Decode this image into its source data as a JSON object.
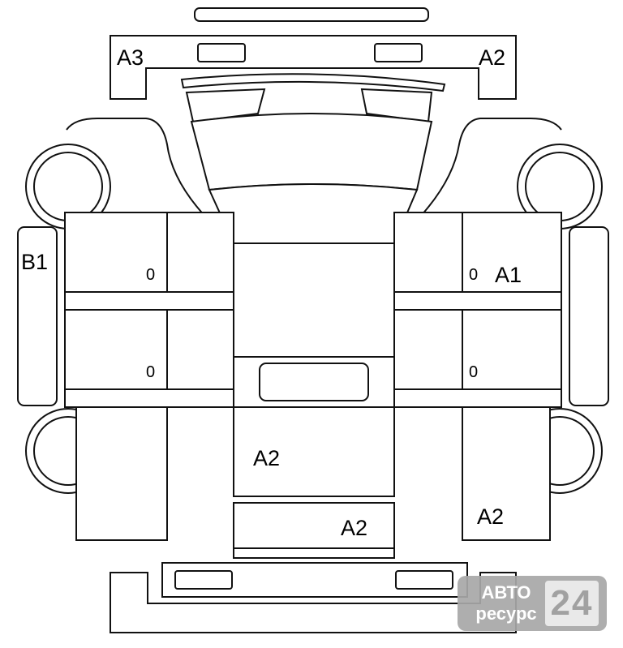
{
  "labels": {
    "rear_left": "A3",
    "rear_right": "A2",
    "left_side": "B1",
    "right_front_door": "A1",
    "roof": "A2",
    "hood": "A2",
    "right_front_fender": "A2"
  },
  "door_marks": {
    "left_front": "0",
    "left_rear": "0",
    "right_front": "0",
    "right_rear": "0"
  },
  "watermark": {
    "line1": "АВТО",
    "line2": "ресурс",
    "digits": "24"
  }
}
